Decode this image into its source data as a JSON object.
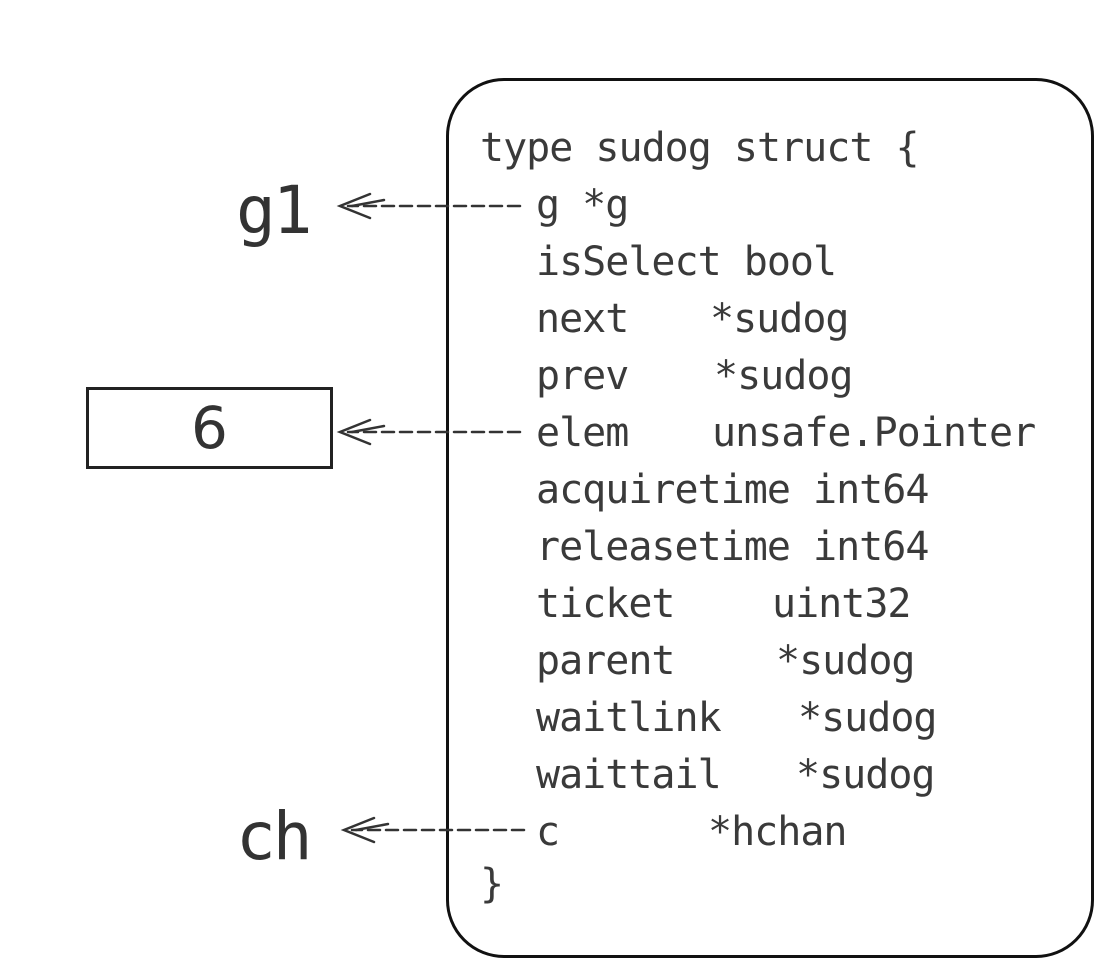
{
  "struct": {
    "header": "type sudog struct {",
    "close": "}",
    "fields": [
      {
        "name": "g *g",
        "type": ""
      },
      {
        "name": "isSelect bool",
        "type": ""
      },
      {
        "name": "next",
        "type": "*sudog"
      },
      {
        "name": "prev",
        "type": "*sudog"
      },
      {
        "name": "elem",
        "type": "unsafe.Pointer"
      },
      {
        "name": "acquiretime int64",
        "type": ""
      },
      {
        "name": "releasetime int64",
        "type": ""
      },
      {
        "name": "ticket",
        "type": "uint32"
      },
      {
        "name": "parent",
        "type": "*sudog"
      },
      {
        "name": "waitlink",
        "type": "*sudog"
      },
      {
        "name": "waittail",
        "type": "*sudog"
      },
      {
        "name": "c",
        "type": "*hchan"
      }
    ]
  },
  "pointers": {
    "g_target": "g1",
    "elem_value": "6",
    "c_target": "ch"
  }
}
